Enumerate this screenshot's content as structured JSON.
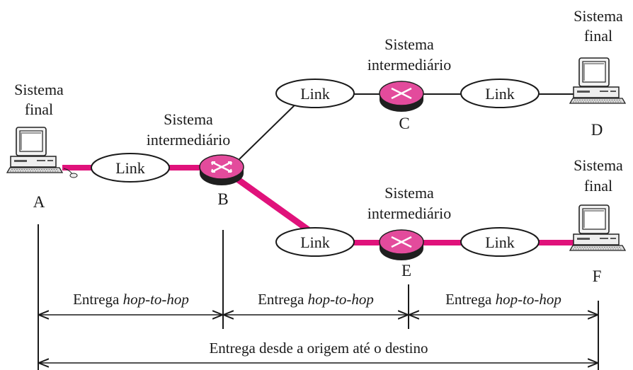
{
  "colors": {
    "accent": "#e0127b",
    "router_fill": "#e34b9c",
    "line": "#1a1a1a",
    "background": "#ffffff"
  },
  "labels": {
    "end_system_line1": "Sistema",
    "end_system_line2": "final",
    "intermediate_line1": "Sistema",
    "intermediate_line2": "intermediário",
    "link": "Link"
  },
  "nodes": {
    "A": "A",
    "B": "B",
    "C": "C",
    "D": "D",
    "E": "E",
    "F": "F"
  },
  "delivery": {
    "hop1_prefix": "Entrega ",
    "hop1_italic": "hop-to-hop",
    "hop2_prefix": "Entrega ",
    "hop2_italic": "hop-to-hop",
    "hop3_prefix": "Entrega ",
    "hop3_italic": "hop-to-hop",
    "end_to_end": "Entrega desde a origem até o destino"
  },
  "icons": {
    "computer": "desktop-computer-icon",
    "router": "router-icon"
  }
}
